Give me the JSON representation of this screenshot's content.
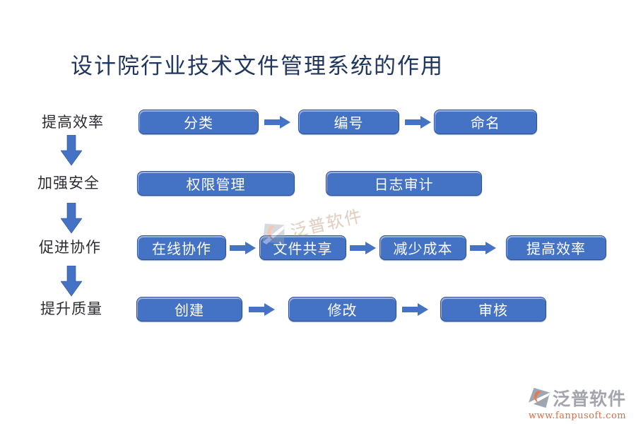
{
  "title": "设计院行业技术文件管理系统的作用",
  "rows": [
    {
      "label": "提高效率",
      "boxes": [
        "分类",
        "编号",
        "命名"
      ]
    },
    {
      "label": "加强安全",
      "boxes": [
        "权限管理",
        "日志审计"
      ]
    },
    {
      "label": "促进协作",
      "boxes": [
        "在线协作",
        "文件共享",
        "减少成本",
        "提高效率"
      ]
    },
    {
      "label": "提升质量",
      "boxes": [
        "创建",
        "修改",
        "审核"
      ]
    }
  ],
  "watermark": {
    "text": "泛普软件"
  },
  "footer": {
    "brand": "泛普软件",
    "url": "www.fanpusoft.com"
  },
  "colors": {
    "box_fill": "#4472C4",
    "box_border": "#2F528F",
    "arrow": "#4472C4",
    "title_text": "#20365E",
    "label_text": "#2B2B33",
    "brand_gray": "#A4A4AC",
    "brand_orange": "#DF6B44"
  }
}
